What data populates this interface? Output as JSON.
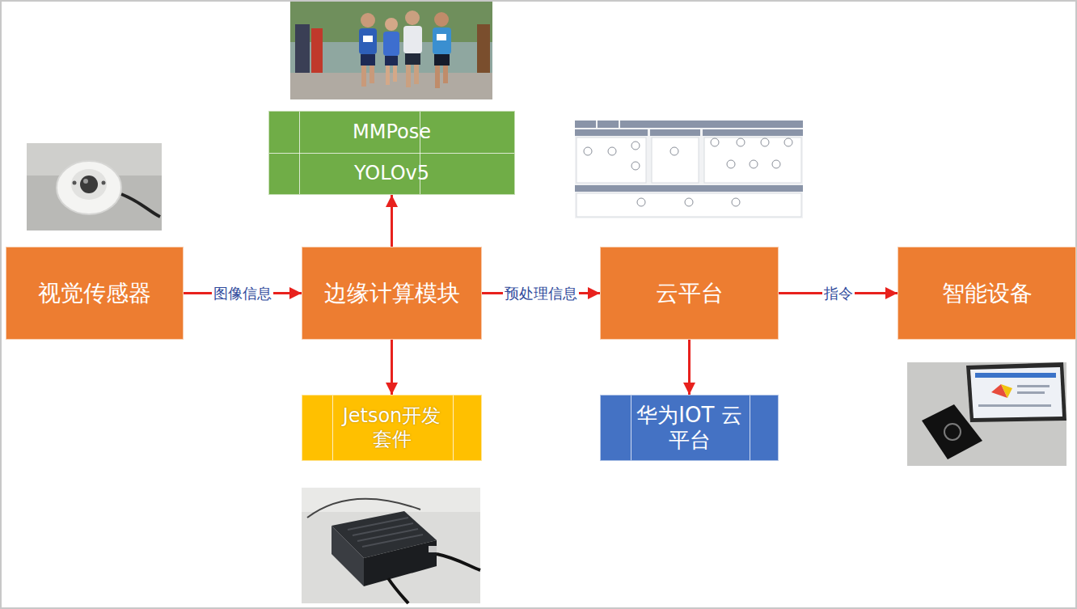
{
  "diagram": {
    "nodes": [
      {
        "text": [
          "视觉传感器"
        ]
      },
      {
        "text": [
          "边缘计算模块"
        ]
      },
      {
        "text": [
          "云平台"
        ]
      },
      {
        "text": [
          "智能设备"
        ]
      },
      {
        "text": [
          "MMPose",
          "YOLOv5"
        ]
      },
      {
        "text": [
          "Jetson开发套件"
        ]
      },
      {
        "text": [
          "华为IOT 云平台"
        ]
      }
    ],
    "edges": [
      {
        "from": 0,
        "to": 1,
        "label": "图像信息",
        "arrow": "to"
      },
      {
        "from": 1,
        "to": 2,
        "label": "预处理信息",
        "arrow": "to"
      },
      {
        "from": 2,
        "to": 3,
        "label": "指令",
        "arrow": "to"
      },
      {
        "from": 1,
        "to": 4,
        "arrow": "to"
      },
      {
        "from": 1,
        "to": 5,
        "arrow": "to"
      },
      {
        "from": 2,
        "to": 6,
        "arrow": "to"
      }
    ]
  }
}
